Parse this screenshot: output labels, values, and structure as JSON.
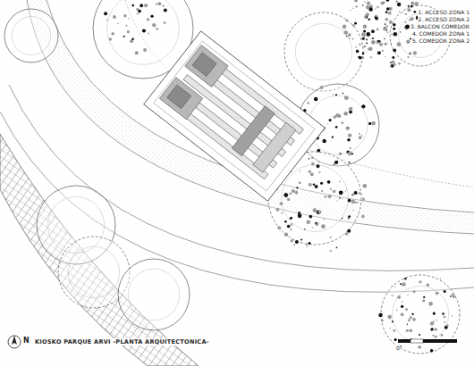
{
  "diagram": {
    "title": "KIOSKO PARQUE ARVI -PLANTA ARQUITECTONICA-",
    "labels": [
      "1. ACCESO ZONA 1",
      "2. ACCESO ZONA 2",
      "3. BALCON COMEDOR",
      "4. COMEDOR ZONA 1",
      "5. COMEDOR ZONA 2",
      "N",
      "0"
    ]
  }
}
